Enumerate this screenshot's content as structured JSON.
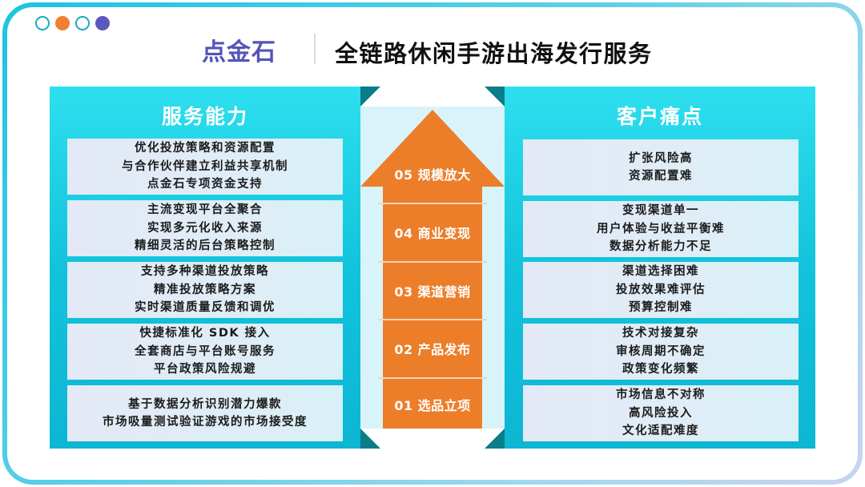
{
  "header": {
    "logo_text": "点金石",
    "title": "全链路休闲手游出海发行服务",
    "dots": [
      {
        "style": "ring",
        "color": "#1aa9c3"
      },
      {
        "style": "filled",
        "color": "#ef8030"
      },
      {
        "style": "ring",
        "color": "#1aa9c3"
      },
      {
        "style": "filled",
        "color": "#5b58c2"
      }
    ]
  },
  "colors": {
    "panel": "#12c3dc",
    "arrow": "#ec7e2a",
    "fold": "#0b7d88",
    "center_bg": "#d9f3fa",
    "logo": "#5553b8"
  },
  "left_panel": {
    "title": "服务能力",
    "cards": [
      {
        "lines": [
          "优化投放策略和资源配置",
          "与合作伙伴建立利益共享机制",
          "点金石专项资金支持"
        ]
      },
      {
        "lines": [
          "主流变现平台全聚合",
          "实现多元化收入来源",
          "精细灵活的后台策略控制"
        ]
      },
      {
        "lines": [
          "支持多种渠道投放策略",
          "精准投放策略方案",
          "实时渠道质量反馈和调优"
        ]
      },
      {
        "lines": [
          "快捷标准化 SDK 接入",
          "全套商店与平台账号服务",
          "平台政策风险规避"
        ]
      },
      {
        "lines": [
          "基于数据分析识别潜力爆款",
          "市场吸量测试验证游戏的市场接受度"
        ]
      }
    ]
  },
  "arrow": {
    "steps": [
      {
        "label": "05 规模放大"
      },
      {
        "label": "04 商业变现"
      },
      {
        "label": "03 渠道营销"
      },
      {
        "label": "02 产品发布"
      },
      {
        "label": "01 选品立项"
      }
    ]
  },
  "right_panel": {
    "title": "客户痛点",
    "cards": [
      {
        "lines": [
          "扩张风险高",
          "资源配置难"
        ]
      },
      {
        "lines": [
          "变现渠道单一",
          "用户体验与收益平衡难",
          "数据分析能力不足"
        ]
      },
      {
        "lines": [
          "渠道选择困难",
          "投放效果难评估",
          "预算控制难"
        ]
      },
      {
        "lines": [
          "技术对接复杂",
          "审核周期不确定",
          "政策变化频繁"
        ]
      },
      {
        "lines": [
          "市场信息不对称",
          "高风险投入",
          "文化适配难度"
        ]
      }
    ]
  }
}
